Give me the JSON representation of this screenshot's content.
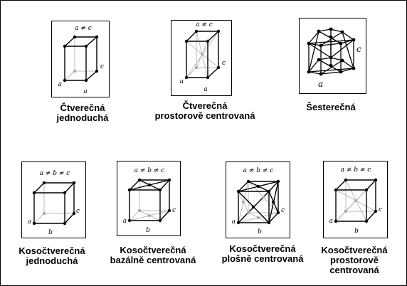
{
  "lattices": [
    {
      "id": "tetragonal-simple",
      "caption": [
        "Čtverečná",
        "jednoduchá"
      ],
      "top": "a ≠ c",
      "side": "c",
      "left": "a",
      "bottom": "a"
    },
    {
      "id": "tetragonal-body",
      "caption": [
        "Čtverečná",
        "prostorově centrovaná"
      ],
      "top": "a ≠ c",
      "side": "c",
      "left": "a",
      "bottom": "a"
    },
    {
      "id": "hexagonal",
      "caption": [
        "Šesterečná"
      ],
      "side": "c",
      "bottom": "a"
    },
    {
      "id": "ortho-simple",
      "caption": [
        "Kosočtverečná",
        "jednoduchá"
      ],
      "top": "a ≠ b ≠ c",
      "side": "c",
      "left": "a",
      "bottom": "b"
    },
    {
      "id": "ortho-base",
      "caption": [
        "Kosočtverečná",
        "bazálně centrovaná"
      ],
      "top": "a ≠ b ≠ c",
      "side": "c",
      "left": "a",
      "bottom": "b"
    },
    {
      "id": "ortho-face",
      "caption": [
        "Kosočtverečná",
        "plošně centrovaná"
      ],
      "top": "a ≠ b ≠ c",
      "side": "c",
      "left": "a",
      "bottom": "b"
    },
    {
      "id": "ortho-body",
      "caption": [
        "Kosočtverečná",
        "prostorově",
        "centrovaná"
      ],
      "top": "a ≠ b ≠ c",
      "side": "c",
      "left": "a",
      "bottom": "b"
    }
  ]
}
